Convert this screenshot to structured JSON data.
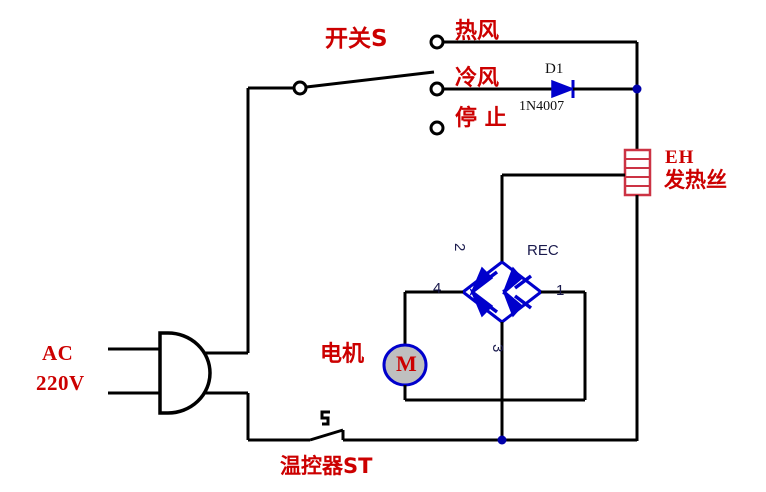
{
  "diagram": {
    "title": "AC 220V hair dryer circuit schematic",
    "colors": {
      "wire": "#000000",
      "label_red": "#cc0000",
      "component_blue": "#0000cc",
      "heater_red": "#cc3344",
      "text_dark": "#1a1a4d"
    }
  },
  "labels": {
    "ac_line1": "AC",
    "ac_line2": "220V",
    "switch": "开关S",
    "terminal_hot": "热风",
    "terminal_cold": "冷风",
    "terminal_stop": "停 止",
    "diode_ref": "D1",
    "diode_part": "1N4007",
    "heater_code": "EH",
    "heater_name": "发热丝",
    "motor_name": "电机",
    "motor_symbol": "M",
    "rectifier": "REC",
    "rect_pin_1": "1",
    "rect_pin_2": "2",
    "rect_pin_3": "3",
    "rect_pin_4": "4",
    "thermostat": "温控器ST"
  }
}
